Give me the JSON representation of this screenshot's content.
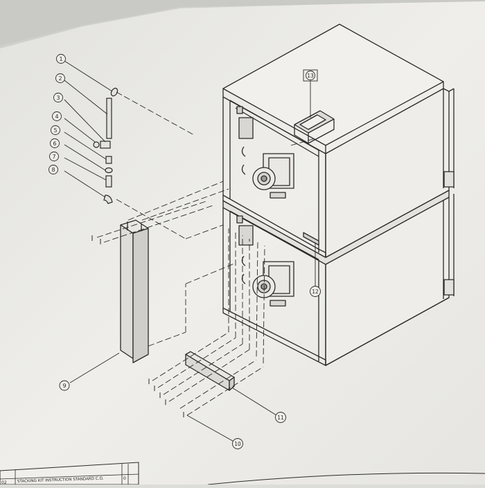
{
  "callouts": {
    "c1": "1",
    "c2": "2",
    "c3": "3",
    "c4": "4",
    "c5": "5",
    "c6": "6",
    "c7": "7",
    "c8": "8",
    "c9": "9",
    "c10": "10",
    "c11": "11",
    "c12": "12",
    "c13": "13"
  },
  "title_block": {
    "title": "STACKING KIT INSTRUCTION STANDARD C.O.",
    "revision": "0",
    "doc_fragment": "02"
  },
  "colors": {
    "paper": "#ecebe7",
    "line": "#2a2a2a",
    "shade": "#bdbcb8",
    "background": "#d4d4d0"
  }
}
